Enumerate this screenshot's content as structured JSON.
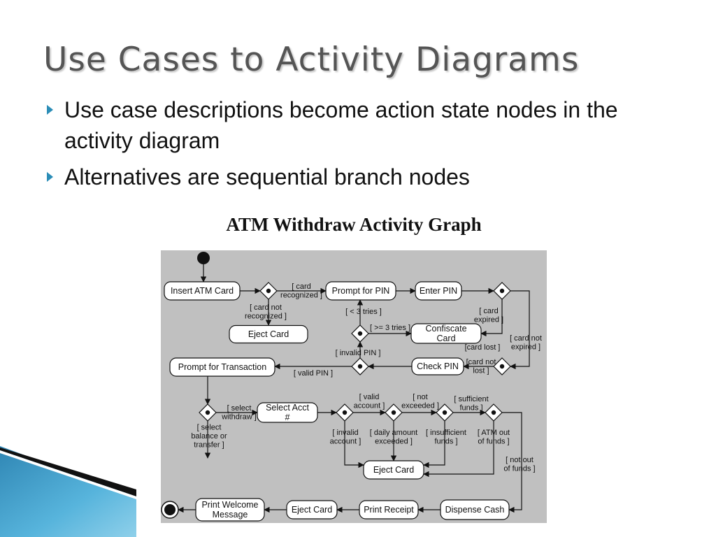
{
  "slide": {
    "title": "Use Cases to Activity Diagrams",
    "bullets": [
      "Use case descriptions become action state nodes in the activity diagram",
      "Alternatives are sequential branch nodes"
    ]
  },
  "diagram": {
    "title": "ATM Withdraw Activity Graph",
    "actions": {
      "insert_card": [
        "Insert ATM Card"
      ],
      "prompt_pin": [
        "Prompt for PIN"
      ],
      "enter_pin": [
        "Enter PIN"
      ],
      "eject_card_1": [
        "Eject Card"
      ],
      "confiscate_card": [
        "Confiscate",
        "Card"
      ],
      "check_pin": [
        "Check PIN"
      ],
      "prompt_transaction": [
        "Prompt for Transaction"
      ],
      "select_acct": [
        "Select Acct",
        "#"
      ],
      "eject_card_2": [
        "Eject Card"
      ],
      "dispense_cash": [
        "Dispense Cash"
      ],
      "print_receipt": [
        "Print Receipt"
      ],
      "eject_card_3": [
        "Eject Card"
      ],
      "print_welcome": [
        "Print Welcome",
        "Message"
      ]
    },
    "guards": {
      "card_recognized": [
        "[ card",
        "recognized ]"
      ],
      "card_not_recognized": [
        "[ card not",
        "recognized ]"
      ],
      "lt_3_tries": [
        "[ < 3 tries ]"
      ],
      "ge_3_tries": [
        "[ >= 3 tries ]"
      ],
      "card_expired": [
        "[ card",
        "expired ]"
      ],
      "card_not_expired": [
        "[ card not",
        "expired ]"
      ],
      "card_lost": [
        "[card lost ]"
      ],
      "card_not_lost": [
        "[card not",
        "lost ]"
      ],
      "invalid_pin": [
        "[ invalid PIN ]"
      ],
      "valid_pin": [
        "[ valid PIN ]"
      ],
      "select_withdraw": [
        "[ select",
        "withdraw ]"
      ],
      "select_balance": [
        "[ select",
        "balance or",
        "transfer ]"
      ],
      "valid_account": [
        "[ valid",
        "account ]"
      ],
      "not_exceeded": [
        "[ not",
        "exceeded ]"
      ],
      "sufficient_funds": [
        "[ sufficient",
        "funds ]"
      ],
      "invalid_account": [
        "[ invalid",
        "account ]"
      ],
      "daily_amount_exceeded": [
        "[ daily amount",
        "exceeded ]"
      ],
      "insufficient_funds": [
        "[ insufficient",
        "funds ]"
      ],
      "atm_out_of_funds": [
        "[ ATM out",
        "of funds ]"
      ],
      "not_out_of_funds": [
        "[ not out",
        "of funds ]"
      ]
    }
  },
  "colors": {
    "title_text": "#555555",
    "bullet_arrow": "#2b8db7",
    "diagram_background": "#c0c0c0",
    "node_fill": "#ffffff",
    "stroke": "#111111"
  }
}
